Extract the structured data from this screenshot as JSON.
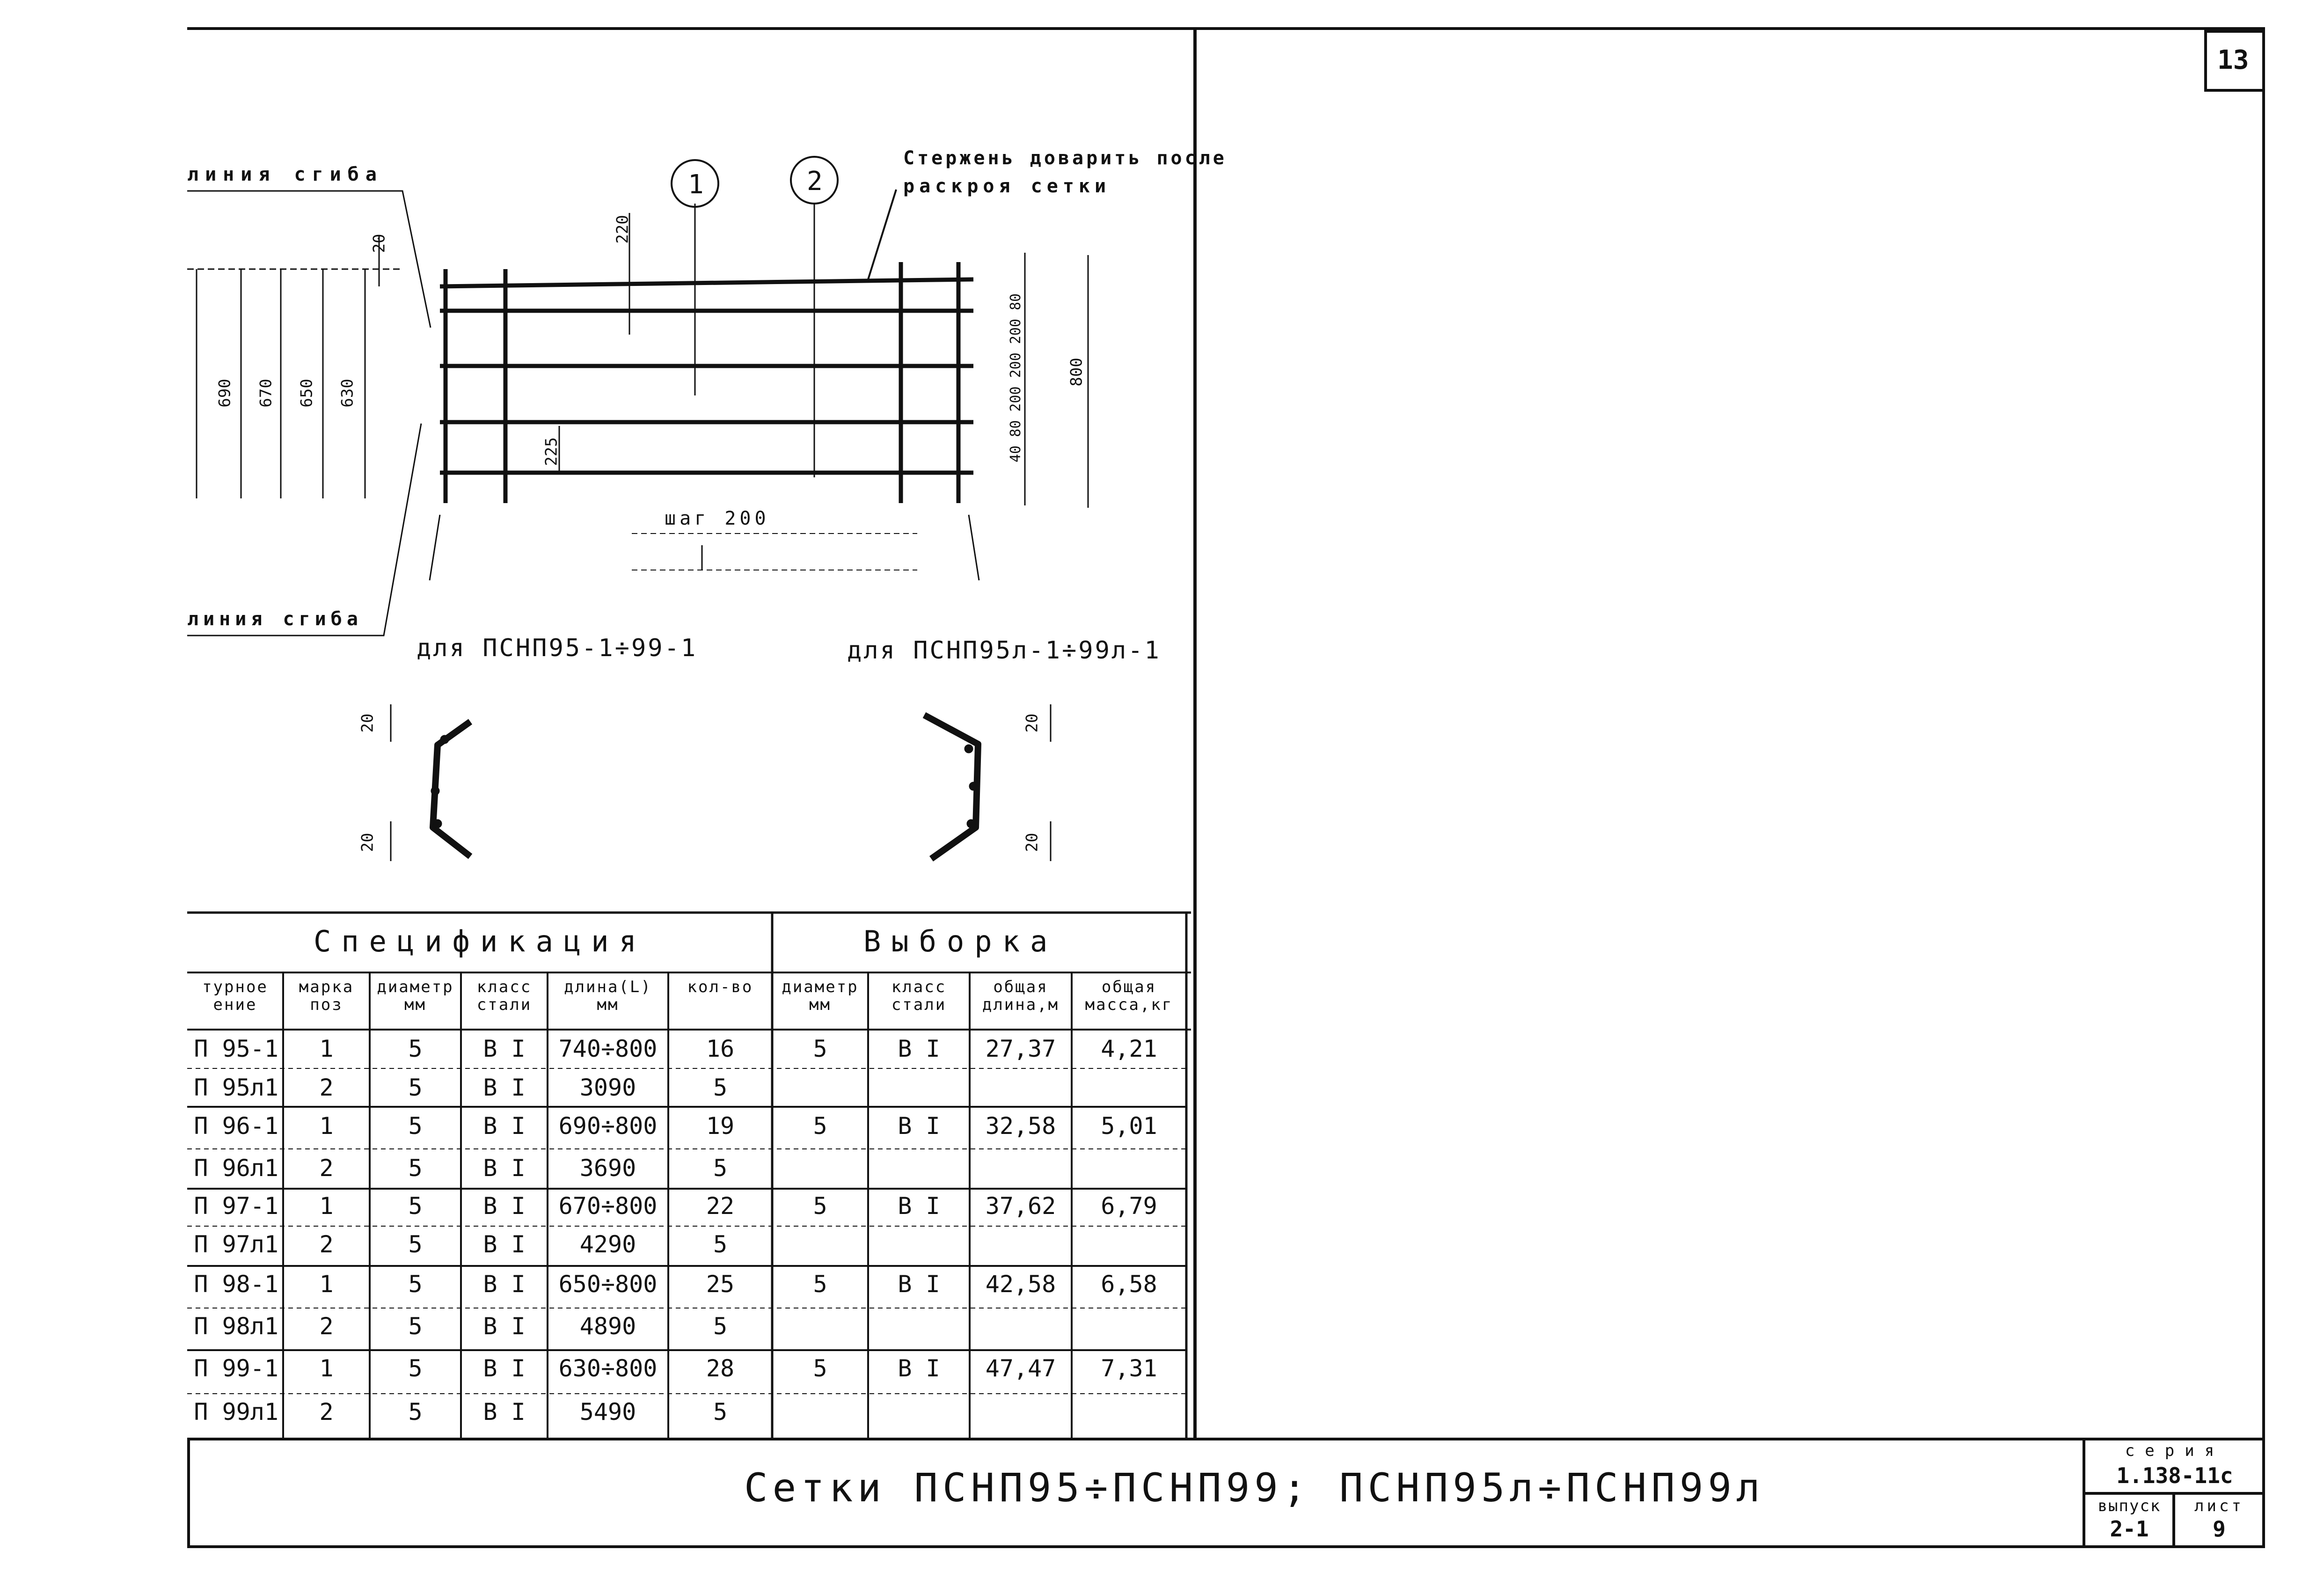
{
  "sheet_number": "13",
  "title": "Сетки ПСНП95÷ПСНП99;   ПСНП95л÷ПСНП99л",
  "stamp": {
    "series_label": "серия",
    "series_value": "1.138-11с",
    "issue_label": "выпуск",
    "issue_value": "2-1",
    "sheet_label": "лист",
    "sheet_value": "9"
  },
  "drawing": {
    "note_rod": [
      "Стержень доварить после",
      "раскроя сетки"
    ],
    "bend_line_top": "линия сгиба",
    "bend_line_bottom": "линия сгиба",
    "pos1": "1",
    "pos2": "2",
    "step": "шаг 200",
    "dims": {
      "d20_top": "20",
      "d220": "220",
      "d225": "225",
      "d800": "800",
      "right_stack": "40  80  200  200  200  80",
      "left_vals": [
        "690",
        "670",
        "650",
        "630"
      ],
      "prof_left_top": "20",
      "prof_left_bot": "20",
      "prof_right_top": "20",
      "prof_right_bot": "20"
    },
    "label_left": "для ПСНП95-1÷99-1",
    "label_right": "для ПСНП95л-1÷99л-1"
  },
  "spec": {
    "title": "Спецификация",
    "headers": [
      [
        "турное",
        "ение"
      ],
      [
        "марка",
        "поз"
      ],
      [
        "диаметр",
        "мм"
      ],
      [
        "класс",
        "стали"
      ],
      [
        "длина(L)",
        "мм"
      ],
      [
        "кол-во",
        ""
      ]
    ],
    "rows": [
      [
        "П 95-1",
        "1",
        "5",
        "В I",
        "740÷800",
        "16"
      ],
      [
        "П 95л1",
        "2",
        "5",
        "В I",
        "3090",
        "5"
      ],
      [
        "П 96-1",
        "1",
        "5",
        "В I",
        "690÷800",
        "19"
      ],
      [
        "П 96л1",
        "2",
        "5",
        "В I",
        "3690",
        "5"
      ],
      [
        "П 97-1",
        "1",
        "5",
        "В I",
        "670÷800",
        "22"
      ],
      [
        "П 97л1",
        "2",
        "5",
        "В I",
        "4290",
        "5"
      ],
      [
        "П 98-1",
        "1",
        "5",
        "В I",
        "650÷800",
        "25"
      ],
      [
        "П 98л1",
        "2",
        "5",
        "В I",
        "4890",
        "5"
      ],
      [
        "П 99-1",
        "1",
        "5",
        "В I",
        "630÷800",
        "28"
      ],
      [
        "П 99л1",
        "2",
        "5",
        "В I",
        "5490",
        "5"
      ]
    ]
  },
  "vyborka": {
    "title": "Выборка",
    "headers": [
      [
        "диаметр",
        "мм"
      ],
      [
        "класс",
        "стали"
      ],
      [
        "общая",
        "длина,м"
      ],
      [
        "общая",
        "масса,кг"
      ]
    ],
    "rows": [
      [
        "5",
        "В I",
        "27,37",
        "4,21"
      ],
      [
        "5",
        "В I",
        "32,58",
        "5,01"
      ],
      [
        "5",
        "В I",
        "37,62",
        "6,79"
      ],
      [
        "5",
        "В I",
        "42,58",
        "6,58"
      ],
      [
        "5",
        "В I",
        "47,47",
        "7,31"
      ]
    ]
  }
}
